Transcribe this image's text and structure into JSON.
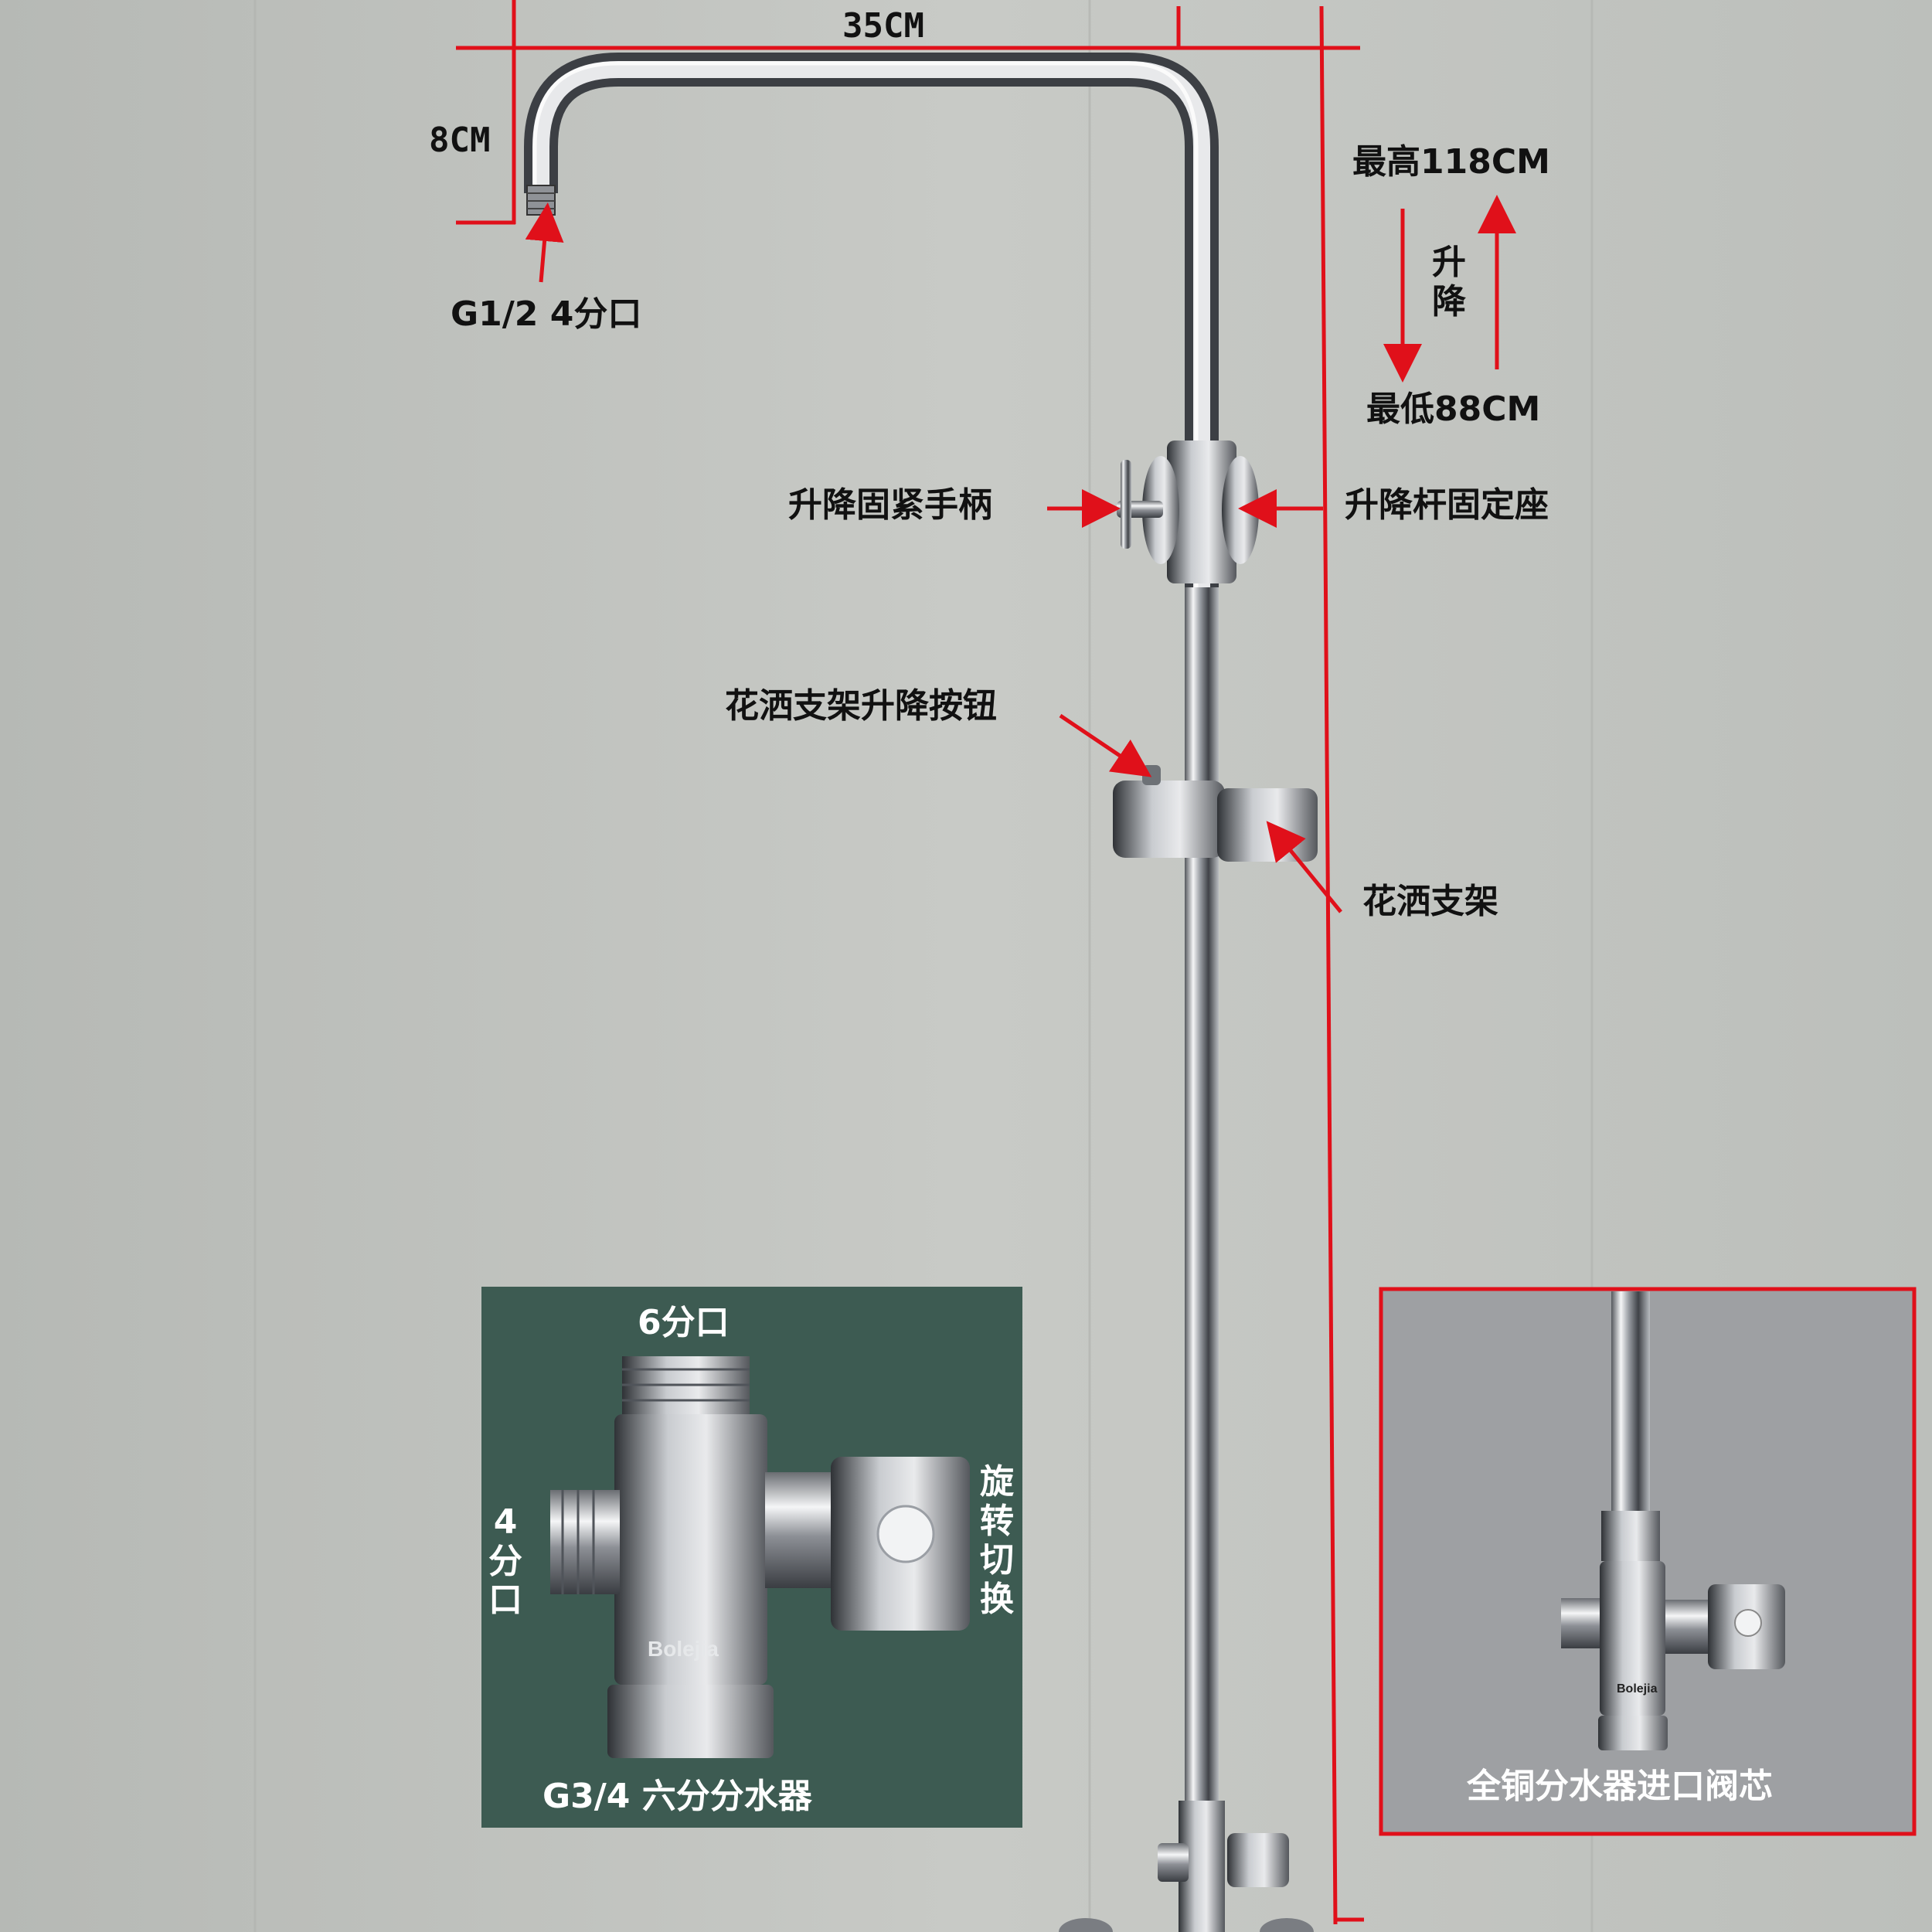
{
  "colors": {
    "wall": "#c4c6c2",
    "dimension_line": "#e0101a",
    "chrome_light": "#f2f3f4",
    "chrome_dark": "#4a4d52",
    "inset_left_bg": "#3d5b52",
    "inset_right_bg": "#9ea0a3",
    "inset_right_border": "#e0101a"
  },
  "dimensions": {
    "width": "35CM",
    "drop": "8CM",
    "outlet": "G1/2 4分口",
    "max_height": "最高118CM",
    "min_height": "最低88CM",
    "lift_chars": [
      "升",
      "降"
    ]
  },
  "parts": {
    "lift_handle": "升降固紧手柄",
    "rod_seat": "升降杆固定座",
    "holder_button": "花洒支架升降按钮",
    "holder": "花洒支架"
  },
  "diverter_inset": {
    "top_port": "6分口",
    "left_port_chars": [
      "4",
      "分",
      "口"
    ],
    "rotate_chars": [
      "旋",
      "转",
      "切",
      "换"
    ],
    "brand": "Bolejia",
    "caption": "G3/4 六分分水器"
  },
  "valve_inset": {
    "brand": "Bolejia",
    "caption": "全铜分水器进口阀芯"
  }
}
